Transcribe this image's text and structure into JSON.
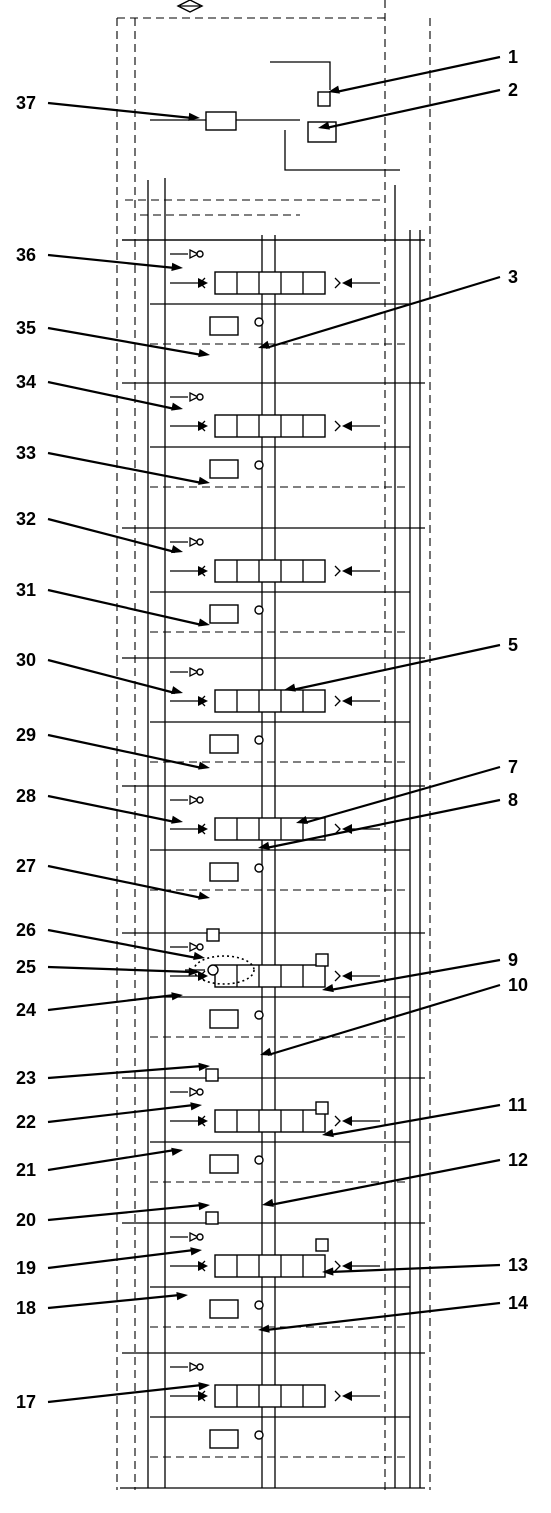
{
  "diagram": {
    "type": "hydraulic-valve-schematic",
    "callouts": {
      "left": [
        "37",
        "36",
        "35",
        "34",
        "33",
        "32",
        "31",
        "30",
        "29",
        "28",
        "27",
        "26",
        "25",
        "24",
        "23",
        "22",
        "21",
        "20",
        "19",
        "18",
        "17"
      ],
      "right": [
        "1",
        "2",
        "3",
        "5",
        "7",
        "8",
        "9",
        "10",
        "11",
        "12",
        "13",
        "14"
      ]
    },
    "line_color": "#000000",
    "background": "#ffffff"
  }
}
